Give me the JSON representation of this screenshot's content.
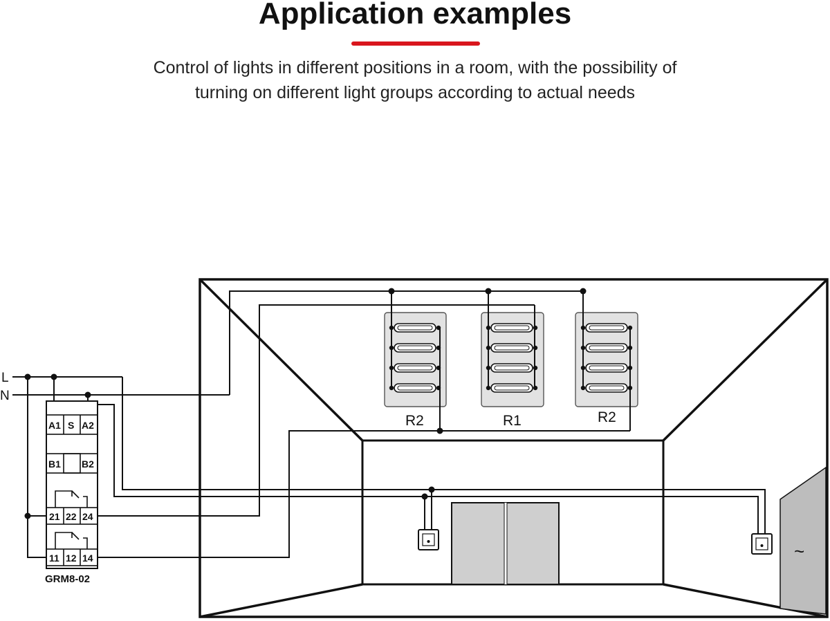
{
  "header": {
    "title": "Application examples",
    "subtitle_line1": "Control of lights in different positions in a room, with the possibility of",
    "subtitle_line2": "turning on different light groups according to actual needs"
  },
  "colors": {
    "accent": "#d9161d",
    "line": "#111111",
    "panel_fill": "#e2e2e2",
    "door_fill": "#cfcfcf"
  },
  "diagram": {
    "supply": {
      "phase": "L",
      "neutral": "N"
    },
    "relay": {
      "model": "GRM8-02",
      "terminals": {
        "a1": "A1",
        "s": "S",
        "a2": "A2",
        "b1": "B1",
        "b2": "B2",
        "t21": "21",
        "t22": "22",
        "t24": "24",
        "t11": "11",
        "t12": "12",
        "t14": "14"
      }
    },
    "light_groups": [
      "R2",
      "R1",
      "R2"
    ],
    "outlet_symbol": "~"
  }
}
